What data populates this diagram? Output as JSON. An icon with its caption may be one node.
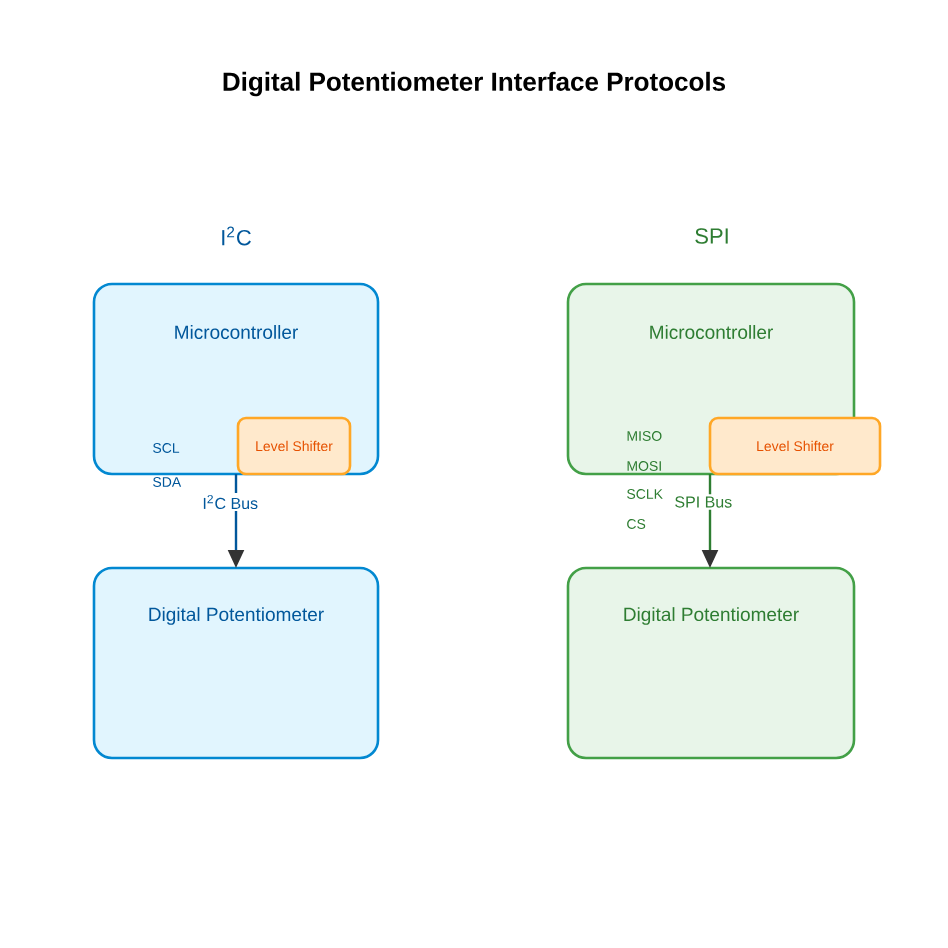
{
  "diagram": {
    "title": "Digital Potentiometer Interface Protocols",
    "nodes": [
      {
        "text": [
          "Microcontroller"
        ]
      },
      {
        "text": [
          "Level Shifter"
        ],
        "in": 0
      },
      {
        "text": [
          "Digital Potentiometer"
        ]
      },
      {
        "text": [
          "Microcontroller"
        ]
      },
      {
        "text": [
          "Level Shifter"
        ],
        "in": 3
      },
      {
        "text": [
          "Digital Potentiometer"
        ]
      }
    ],
    "edges": [
      {
        "from": 0,
        "to": 2,
        "arrow": "to",
        "label": "I$^{2}$C Bus",
        "color": "#01579b"
      },
      {
        "from": 3,
        "to": 5,
        "arrow": "to",
        "label": "SPI Bus",
        "color": "#2e7d32"
      }
    ],
    "labels": [
      "I$^{2}$C",
      "SPI",
      "SCL",
      "SDA",
      "MISO",
      "MOSI",
      "SCLK",
      "CS"
    ]
  }
}
